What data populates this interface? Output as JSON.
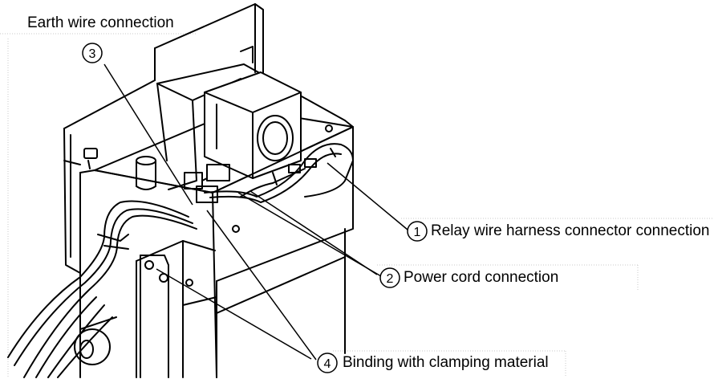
{
  "callouts": {
    "earth": {
      "text": "Earth wire connection"
    },
    "relay": {
      "number": "1",
      "text": "Relay wire harness connector connection"
    },
    "power": {
      "number": "2",
      "text": "Power cord connection"
    },
    "earth_num": {
      "number": "3"
    },
    "binding": {
      "number": "4",
      "text": "Binding with clamping material"
    }
  },
  "colors": {
    "line": "#000000",
    "guide": "#c8c8c8"
  }
}
